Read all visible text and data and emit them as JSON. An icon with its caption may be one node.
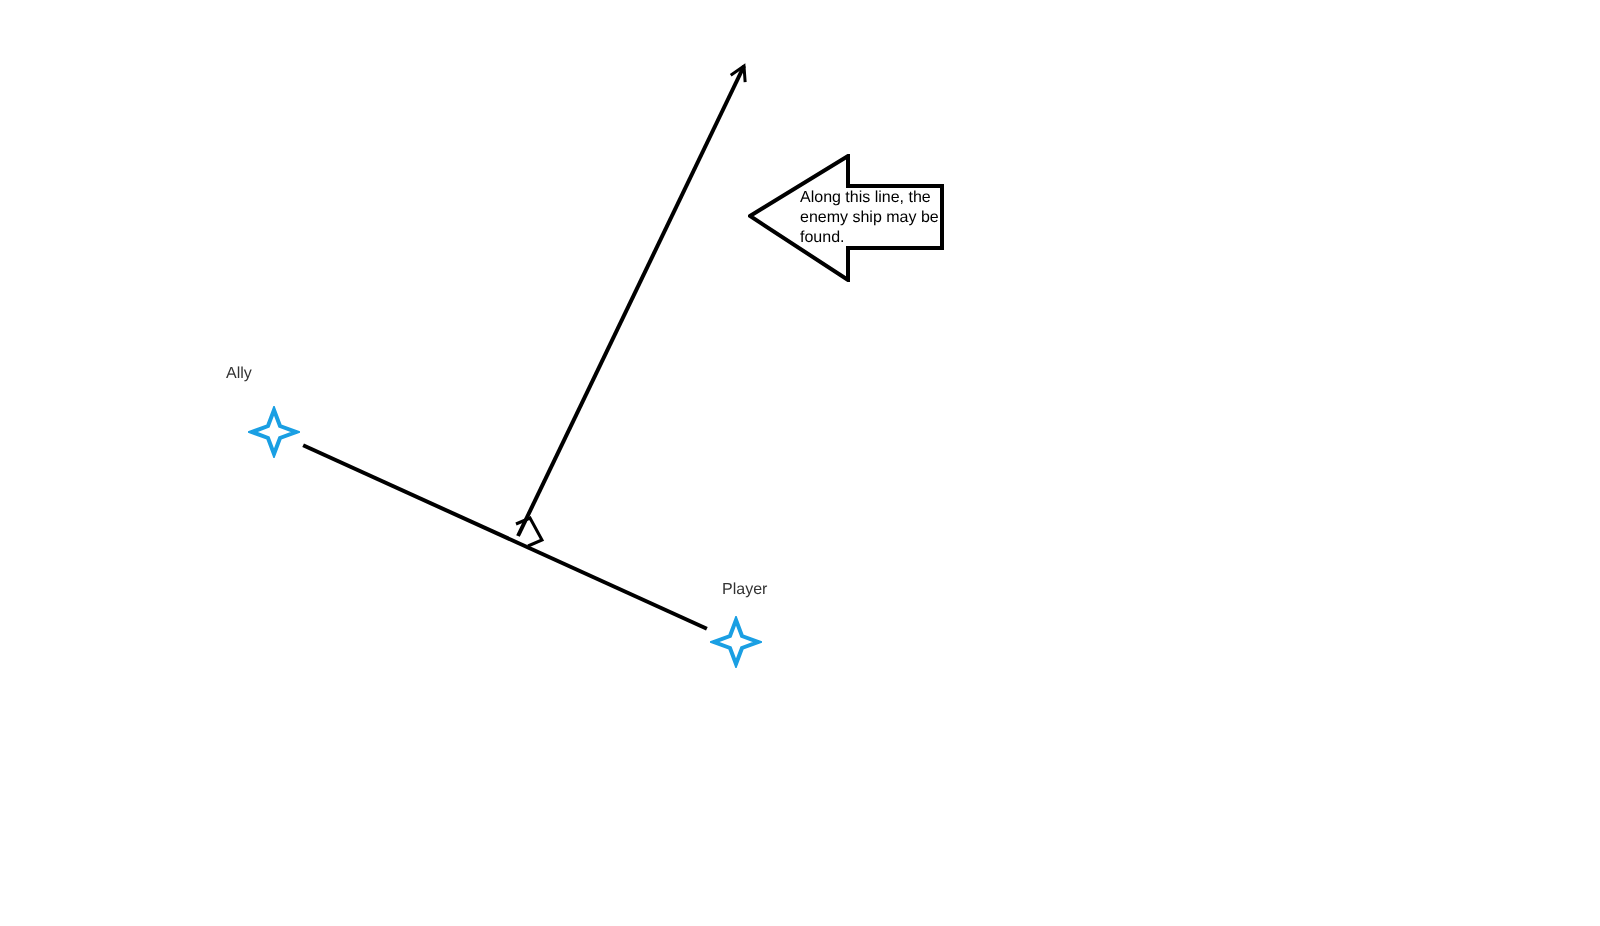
{
  "diagram": {
    "nodes": [
      {
        "text": [
          "Ally"
        ]
      },
      {
        "text": [
          "Player"
        ]
      },
      {
        "text": [
          "Along this line, the enemy ship may be found."
        ]
      }
    ],
    "edges": [
      {
        "from": 0,
        "to": 1,
        "arrow": "none"
      }
    ]
  }
}
